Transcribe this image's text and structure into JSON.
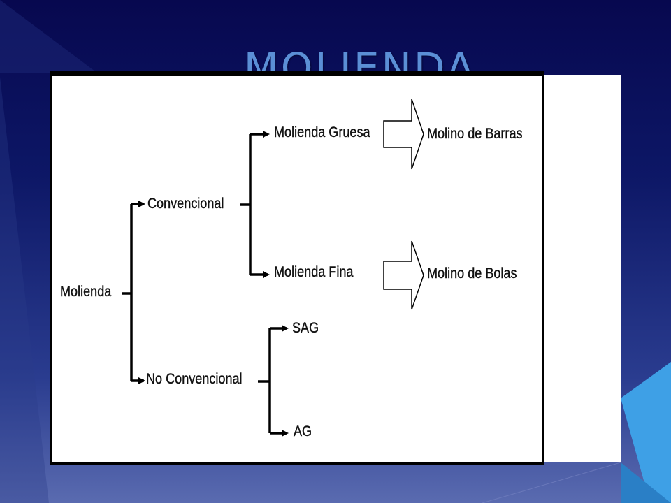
{
  "slide": {
    "title": "MOLIENDA"
  },
  "diagram": {
    "root": "Molienda",
    "branches": {
      "convencional": "Convencional",
      "no_convencional": "No Convencional"
    },
    "leaves": {
      "molienda_gruesa": "Molienda Gruesa",
      "molienda_fina": "Molienda Fina",
      "sag": "SAG",
      "ag": "AG"
    },
    "outputs": {
      "molino_barras": "Molino de Barras",
      "molino_bolas": "Molino de Bolas"
    }
  },
  "colors": {
    "background_top": "#07084f",
    "background_bottom": "#5a6bb0",
    "title": "#5b8fd6",
    "accent": "#3ea0e6"
  }
}
